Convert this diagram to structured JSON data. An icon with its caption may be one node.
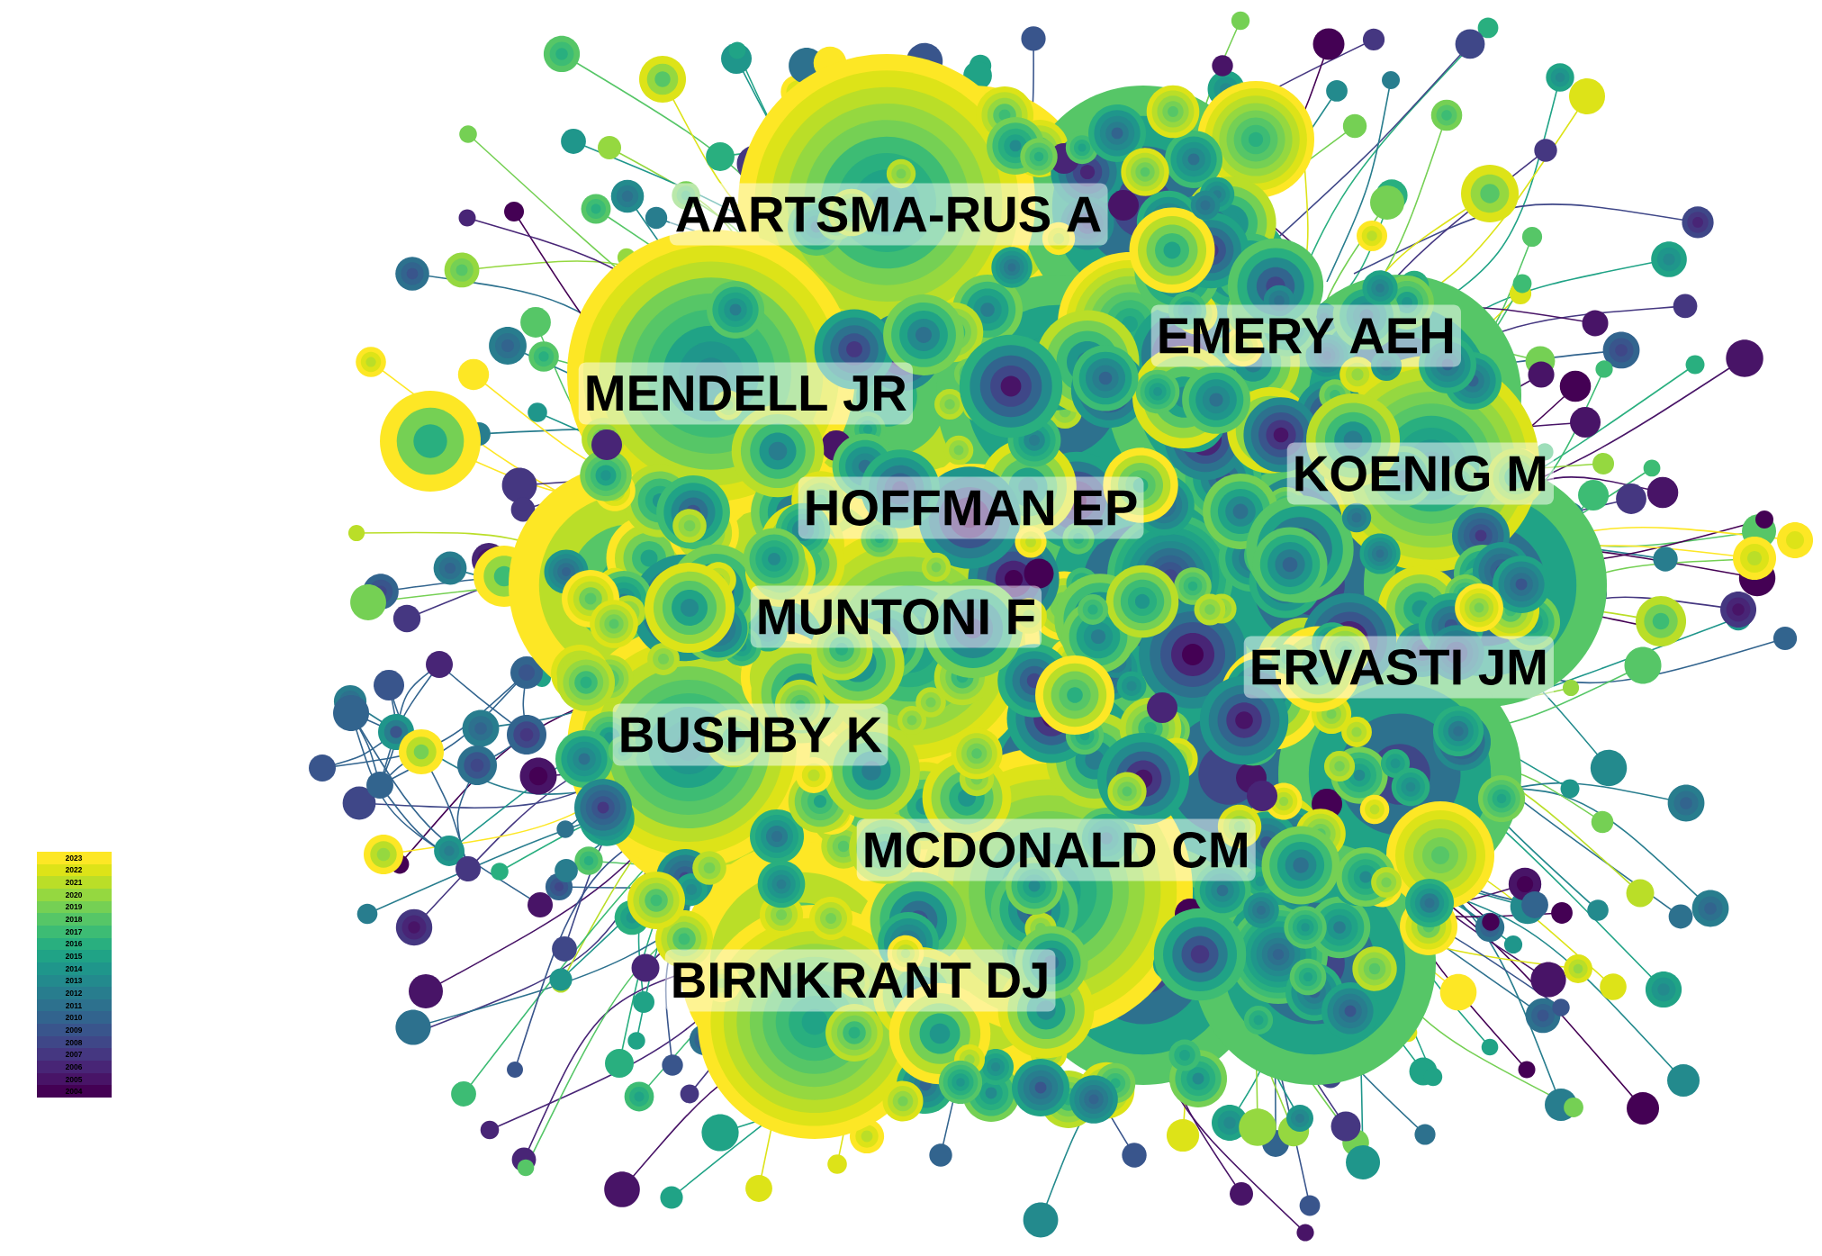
{
  "diagram": {
    "labels": [
      "AARTSMA-RUS A",
      "EMERY AEH",
      "MENDELL JR",
      "KOENIG M",
      "HOFFMAN EP",
      "MUNTONI F",
      "ERVASTI JM",
      "BUSHBY K",
      "MCDONALD CM",
      "BIRNKRANT DJ"
    ],
    "legend": [
      {
        "text": "2023",
        "color": "#fde725"
      },
      {
        "text": "2022",
        "color": "#dde318"
      },
      {
        "text": "2021",
        "color": "#bade28"
      },
      {
        "text": "2020",
        "color": "#95d840"
      },
      {
        "text": "2019",
        "color": "#75d054"
      },
      {
        "text": "2018",
        "color": "#56c667"
      },
      {
        "text": "2017",
        "color": "#3dbc74"
      },
      {
        "text": "2016",
        "color": "#29af7f"
      },
      {
        "text": "2015",
        "color": "#20a386"
      },
      {
        "text": "2014",
        "color": "#1f968b"
      },
      {
        "text": "2013",
        "color": "#238a8d"
      },
      {
        "text": "2012",
        "color": "#287d8e"
      },
      {
        "text": "2011",
        "color": "#2d718e"
      },
      {
        "text": "2010",
        "color": "#32648e"
      },
      {
        "text": "2009",
        "color": "#39558c"
      },
      {
        "text": "2008",
        "color": "#3f4788"
      },
      {
        "text": "2007",
        "color": "#453781"
      },
      {
        "text": "2006",
        "color": "#482576"
      },
      {
        "text": "2005",
        "color": "#481467"
      },
      {
        "text": "2004",
        "color": "#440154"
      }
    ]
  }
}
